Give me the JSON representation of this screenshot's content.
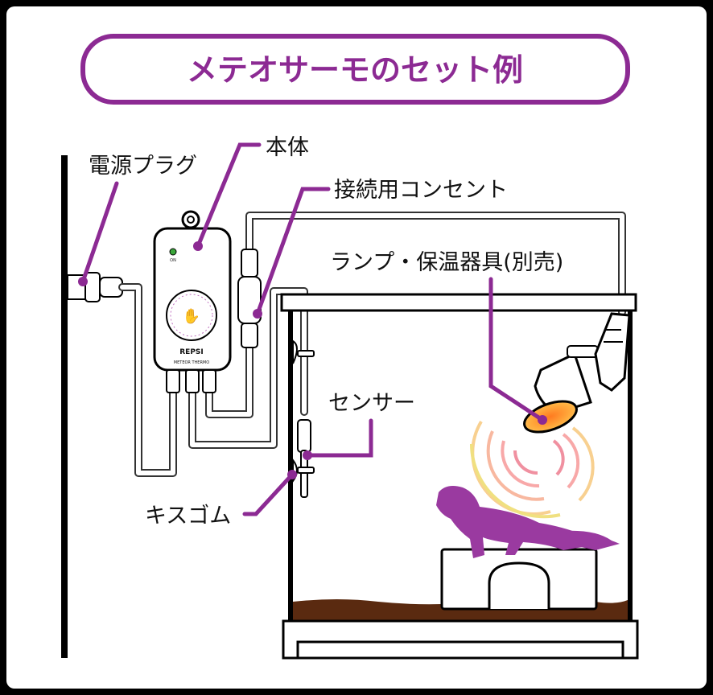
{
  "title": "メテオサーモのセット例",
  "labels": {
    "power_plug": "電源プラグ",
    "body": "本体",
    "outlet": "接続用コンセント",
    "lamp": "ランプ・保温器具(別売)",
    "sensor": "センサー",
    "suction": "キスゴム"
  },
  "device": {
    "brand": "REPSI",
    "model": "METEOR THERMO",
    "led": "ON"
  },
  "colors": {
    "accent": "#8c2a93",
    "background": "#000000",
    "panel": "#ffffff",
    "cable": "#aaaaaa",
    "soil": "#5a2a10"
  }
}
